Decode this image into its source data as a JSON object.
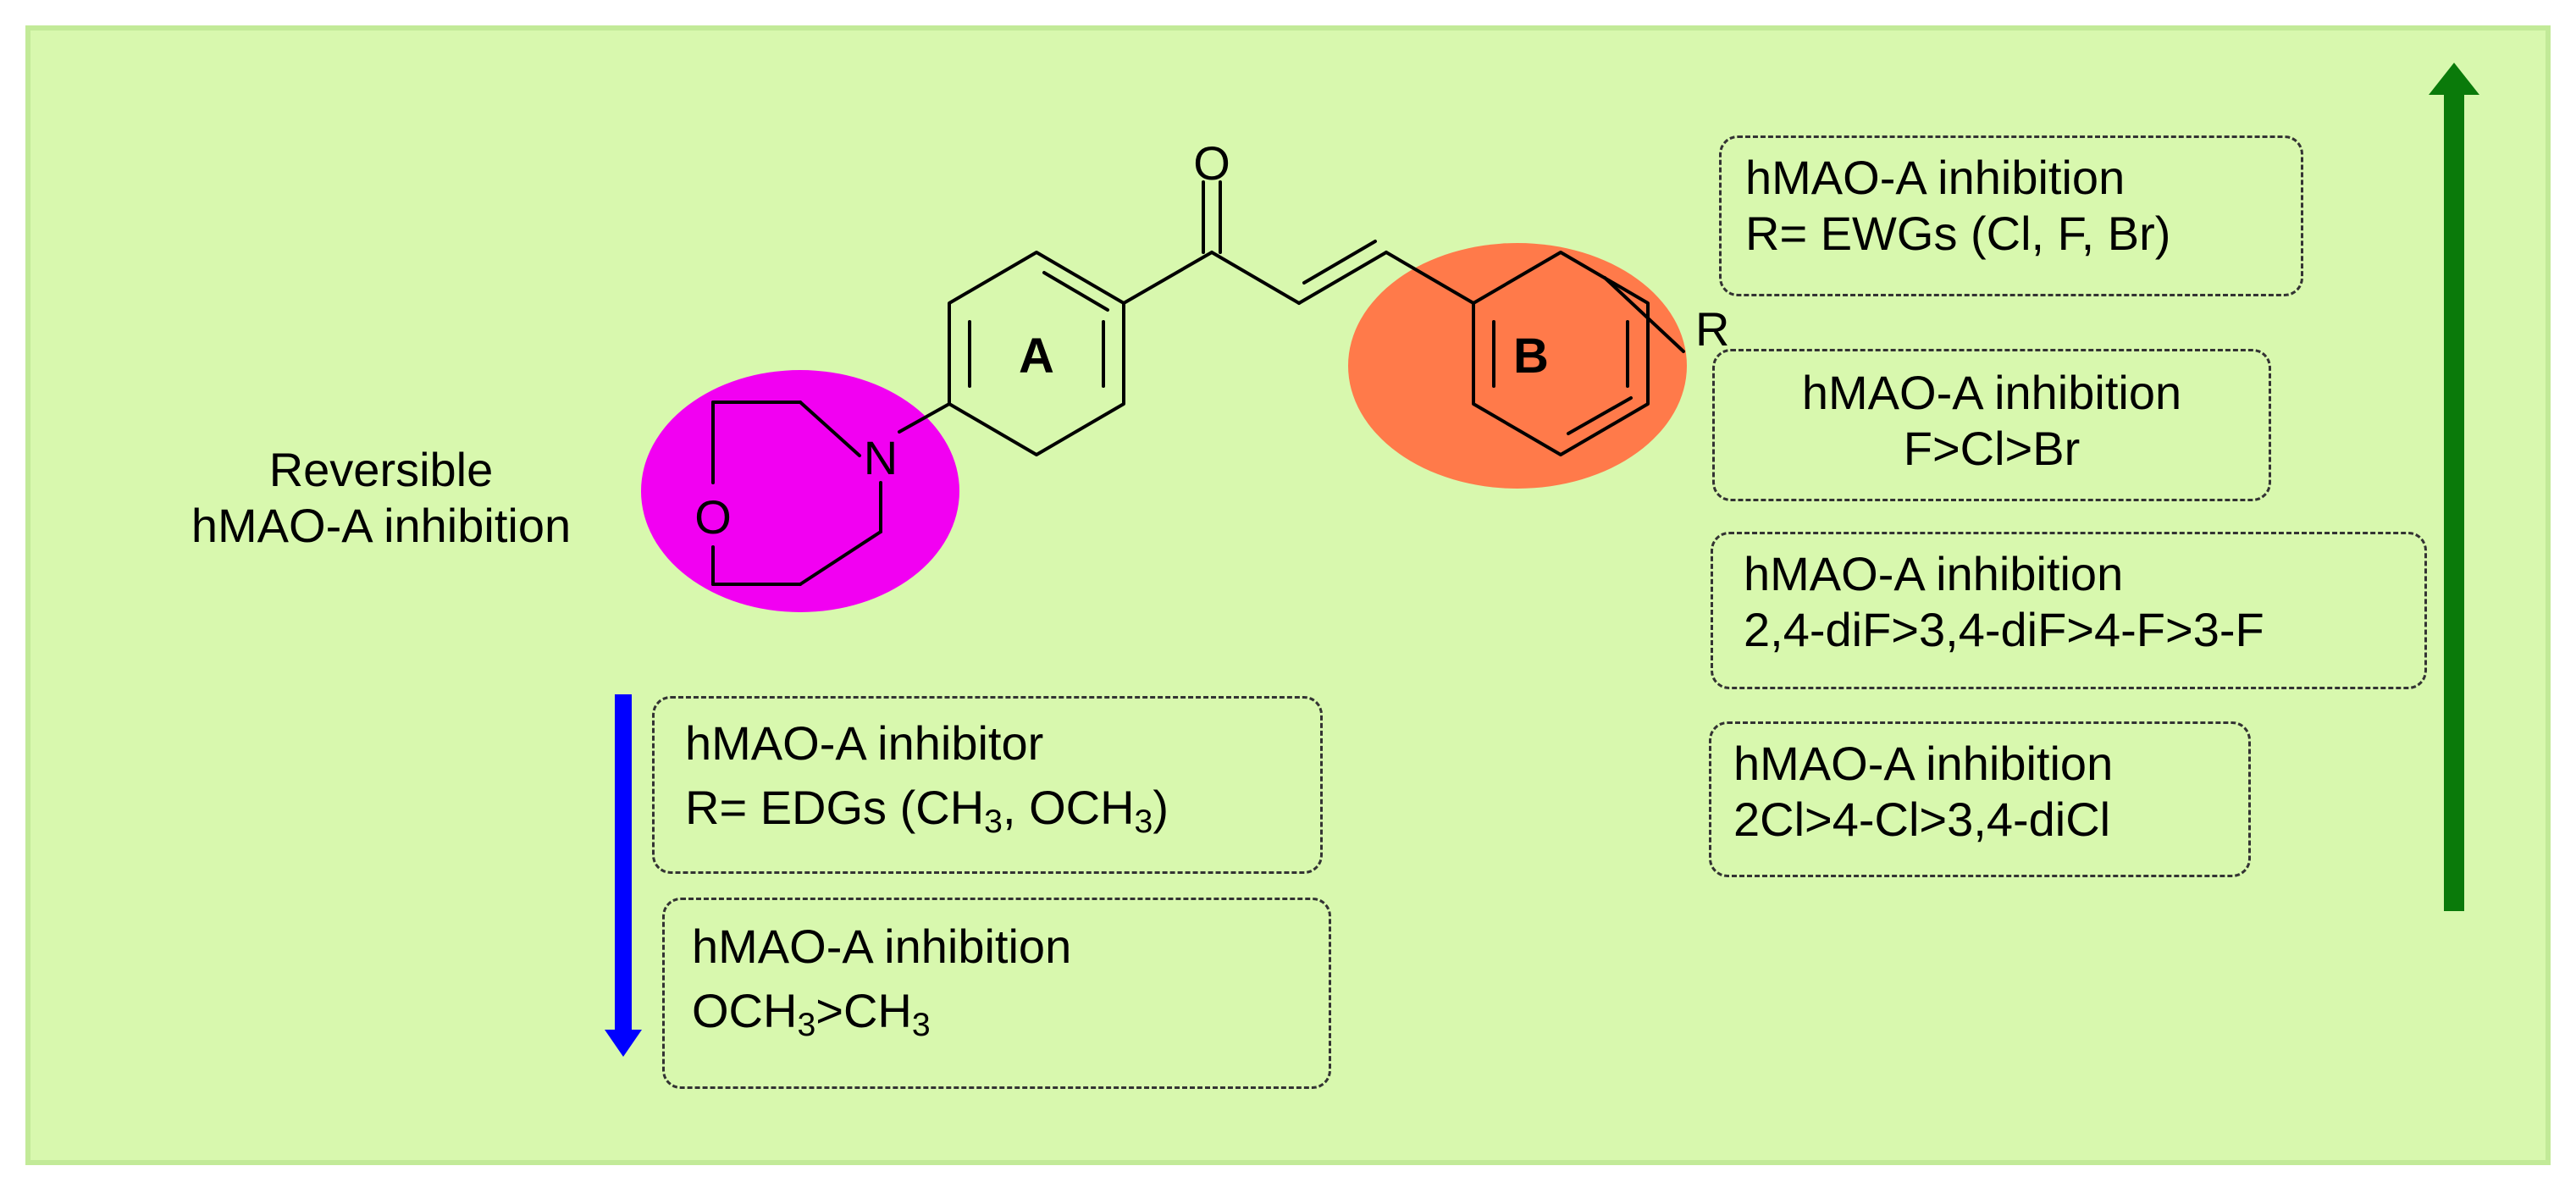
{
  "left_label": {
    "line1": "Reversible",
    "line2": "hMAO-A inhibition"
  },
  "molecule": {
    "ring_a_label": "A",
    "ring_b_label": "B",
    "substituent": "R",
    "carbonyl_oxygen": "O",
    "nitrogen": "N",
    "morpholine_oxygen": "O"
  },
  "right_boxes": [
    {
      "line1": "hMAO-A inhibition",
      "line2": "R= EWGs (Cl, F, Br)"
    },
    {
      "line1": "hMAO-A inhibition",
      "line2": "F>Cl>Br"
    },
    {
      "line1": "hMAO-A inhibition",
      "line2": "2,4-diF>3,4-diF>4-F>3-F"
    },
    {
      "line1": "hMAO-A inhibition",
      "line2": "2Cl>4-Cl>3,4-diCl"
    }
  ],
  "bottom_boxes": [
    {
      "line1": "hMAO-A inhibitor",
      "line2_prefix": "R= EDGs (CH",
      "line2_sub1": "3",
      "line2_mid": ", OCH",
      "line2_sub2": "3",
      "line2_suffix": ")"
    },
    {
      "line1": "hMAO-A inhibition",
      "line2_prefix": "OCH",
      "line2_sub1": "3",
      "line2_mid": ">CH",
      "line2_sub2": "3",
      "line2_suffix": ""
    }
  ],
  "colors": {
    "panel_background": "#d8f8ae",
    "morpholine_highlight": "#f200f2",
    "ring_b_highlight": "#ff7a4a",
    "arrow_down": "#0000ff",
    "arrow_up": "#0a7a0a"
  }
}
